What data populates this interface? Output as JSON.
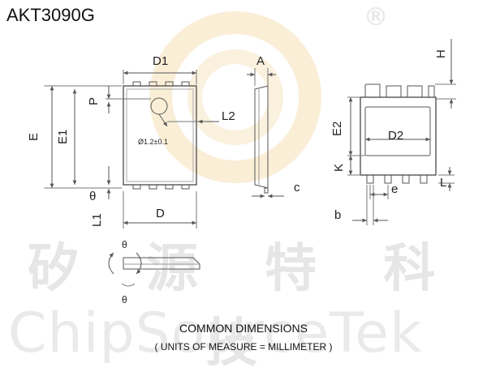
{
  "part_number": "AKT3090G",
  "registered_mark": "®",
  "watermark": {
    "chinese": "矽 源 特 科 技",
    "english": "ChipSourceTek"
  },
  "captions": {
    "title": "COMMON DIMENSIONS",
    "units": "( UNITS OF MEASURE = MILLIMETER )"
  },
  "labels": {
    "D1": "D1",
    "A": "A",
    "H": "H",
    "P": "P",
    "L2": "L2",
    "E": "E",
    "E1": "E1",
    "E2": "E2",
    "D2": "D2",
    "K": "K",
    "theta": "θ",
    "L1": "L1",
    "D": "D",
    "c": "c",
    "e": "e",
    "b": "b",
    "L": "L",
    "hole": "Ø1.2±0.1"
  },
  "colors": {
    "line": "#5a5a5a",
    "dim": "#666666",
    "watermark_ring": "#f5d9a0"
  }
}
